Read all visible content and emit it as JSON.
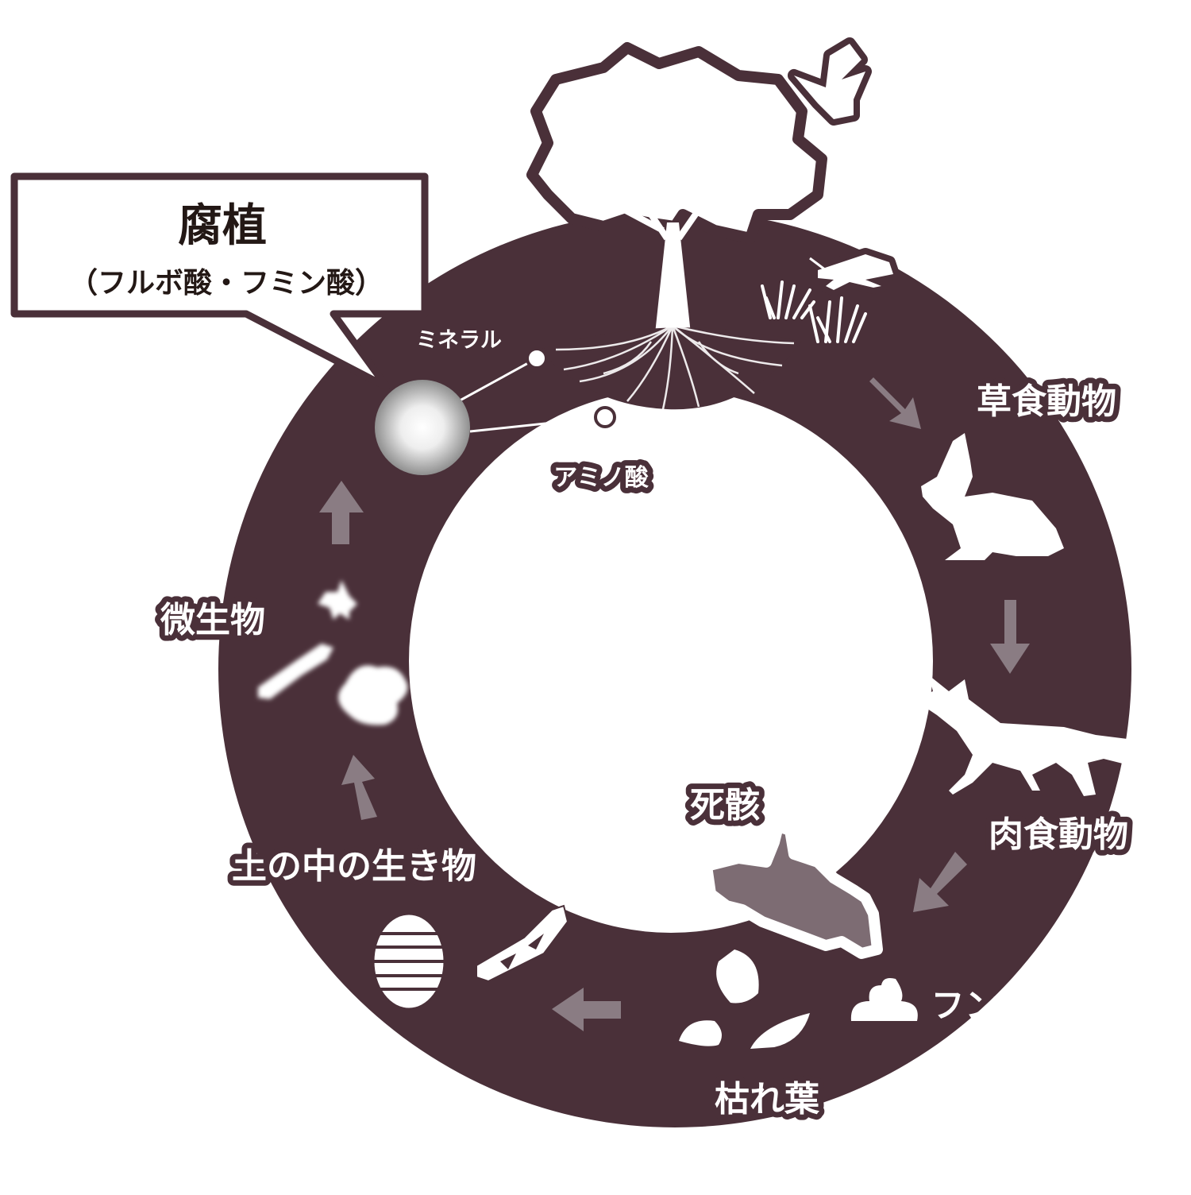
{
  "colors": {
    "ring": "#4a3039",
    "arrow": "#8a7c83",
    "text": "#ffffff",
    "callout_border": "#4a3039",
    "carcass": "#7d6c73"
  },
  "callout": {
    "title": "腐植",
    "subtitle": "（フルボ酸・フミン酸）"
  },
  "labels": {
    "mineral": "ミネラル",
    "amino_acid": "アミノ酸",
    "herbivore": "草食動物",
    "carnivore": "肉食動物",
    "carcass": "死骸",
    "feces": "フン",
    "dead_leaves": "枯れ葉",
    "soil_creatures": "土の中の生き物",
    "microbes": "微生物"
  },
  "icons": [
    "tree-icon",
    "bird-icon",
    "grasshopper-icon",
    "grass-icon",
    "rabbit-icon",
    "fox-icon",
    "carcass-icon",
    "feces-icon",
    "leaf-icon",
    "pillbug-icon",
    "millipede-icon",
    "microbe-icon",
    "humus-sphere-icon"
  ]
}
